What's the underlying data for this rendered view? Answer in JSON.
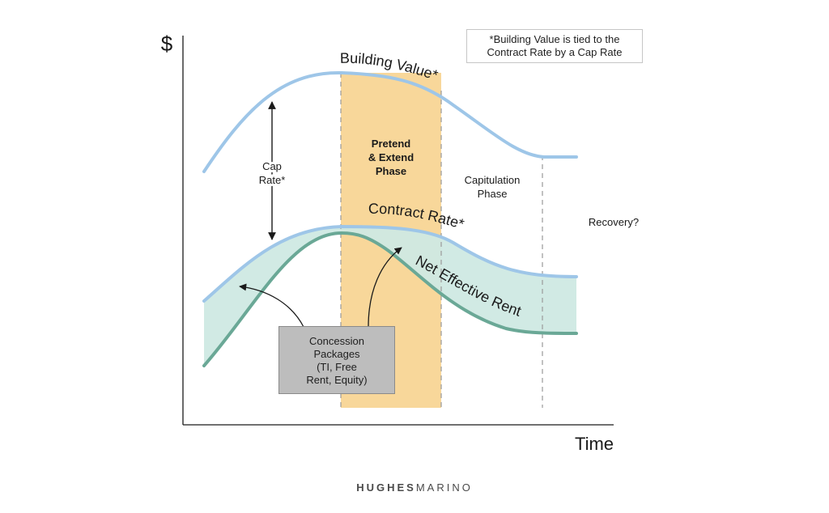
{
  "axes": {
    "y_label": "$",
    "x_label": "Time"
  },
  "note": {
    "line1": "*Building Value is tied to the",
    "line2": "Contract Rate by a Cap Rate"
  },
  "curves": {
    "building_value": "Building Value*",
    "contract_rate": "Contract Rate*",
    "net_effective_rent": "Net Effective Rent"
  },
  "phases": {
    "pretend_extend": [
      "Pretend",
      "& Extend",
      "Phase"
    ],
    "capitulation": [
      "Capitulation",
      "Phase"
    ],
    "recovery": "Recovery?"
  },
  "cap_rate": [
    "Cap",
    "Rate*"
  ],
  "concession": {
    "lines": [
      "Concession",
      "Packages",
      "(TI, Free",
      "Rent, Equity)"
    ]
  },
  "brand": {
    "bold": "HUGHES",
    "light": "MARINO"
  },
  "colors": {
    "building_value_line": "#9ec6e8",
    "contract_rate_line": "#9ec6e8",
    "net_effective_rent_line": "#6aa896",
    "spread_fill": "#cfe9e3",
    "pretend_extend_fill": "#f8d79a",
    "phase_divider": "#9a9a9a"
  }
}
